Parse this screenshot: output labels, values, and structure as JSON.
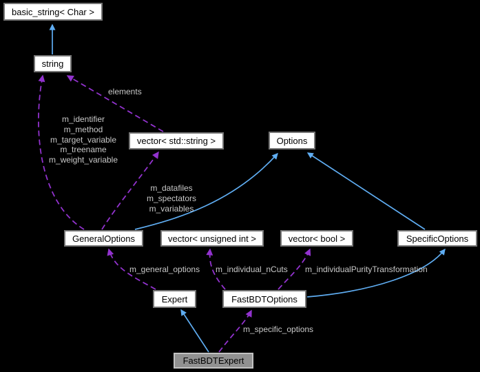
{
  "diagram": {
    "kind": "collaboration-graph",
    "background_color": "#000000",
    "highlighted_node": "FastBDTExpert"
  },
  "colors": {
    "inheritance_edge": "#5fadf2",
    "usage_edge": "#9232ce",
    "node_fill": "#ffffff",
    "node_border": "#757575",
    "node_text": "#000000",
    "highlight_node_fill": "#919191",
    "highlight_node_border": "#c2c2c2",
    "edge_label_text": "#c9c9c9"
  },
  "nodes": [
    {
      "id": "basic-string",
      "label": "basic_string< Char >"
    },
    {
      "id": "string",
      "label": "string"
    },
    {
      "id": "vector-std-string",
      "label": "vector< std::string >"
    },
    {
      "id": "options",
      "label": "Options"
    },
    {
      "id": "general-options",
      "label": "GeneralOptions"
    },
    {
      "id": "vector-unsigned-int",
      "label": "vector< unsigned int >"
    },
    {
      "id": "vector-bool",
      "label": "vector< bool >"
    },
    {
      "id": "specific-options",
      "label": "SpecificOptions"
    },
    {
      "id": "expert",
      "label": "Expert"
    },
    {
      "id": "fastbdt-options",
      "label": "FastBDTOptions"
    },
    {
      "id": "fastbdt-expert",
      "label": "FastBDTExpert"
    }
  ],
  "edge_labels": {
    "elements": "elements",
    "general_to_string_lines": [
      "m_identifier",
      "m_method",
      "m_target_variable",
      "m_treename",
      "m_weight_variable"
    ],
    "general_to_vector_lines": [
      "m_datafiles",
      "m_spectators",
      "m_variables"
    ],
    "m_general_options": "m_general_options",
    "m_individual_nCuts": "m_individual_nCuts",
    "m_individualPurityTransformation": "m_individualPurityTransformation",
    "m_specific_options": "m_specific_options"
  },
  "edges": [
    {
      "from": "string",
      "to": "basic_string< Char >",
      "type": "inheritance",
      "label": ""
    },
    {
      "from": "GeneralOptions",
      "to": "Options",
      "type": "inheritance",
      "label": ""
    },
    {
      "from": "SpecificOptions",
      "to": "Options",
      "type": "inheritance",
      "label": ""
    },
    {
      "from": "FastBDTOptions",
      "to": "SpecificOptions",
      "type": "inheritance",
      "label": ""
    },
    {
      "from": "FastBDTExpert",
      "to": "Expert",
      "type": "inheritance",
      "label": ""
    },
    {
      "from": "GeneralOptions",
      "to": "string",
      "type": "usage",
      "label": "m_identifier m_method m_target_variable m_treename m_weight_variable"
    },
    {
      "from": "vector< std::string >",
      "to": "string",
      "type": "usage",
      "label": "elements"
    },
    {
      "from": "GeneralOptions",
      "to": "vector< std::string >",
      "type": "usage",
      "label": "m_datafiles m_spectators m_variables"
    },
    {
      "from": "Expert",
      "to": "GeneralOptions",
      "type": "usage",
      "label": "m_general_options"
    },
    {
      "from": "FastBDTOptions",
      "to": "vector< unsigned int >",
      "type": "usage",
      "label": "m_individual_nCuts"
    },
    {
      "from": "FastBDTOptions",
      "to": "vector< bool >",
      "type": "usage",
      "label": "m_individualPurityTransformation"
    },
    {
      "from": "FastBDTExpert",
      "to": "FastBDTOptions",
      "type": "usage",
      "label": "m_specific_options"
    }
  ]
}
